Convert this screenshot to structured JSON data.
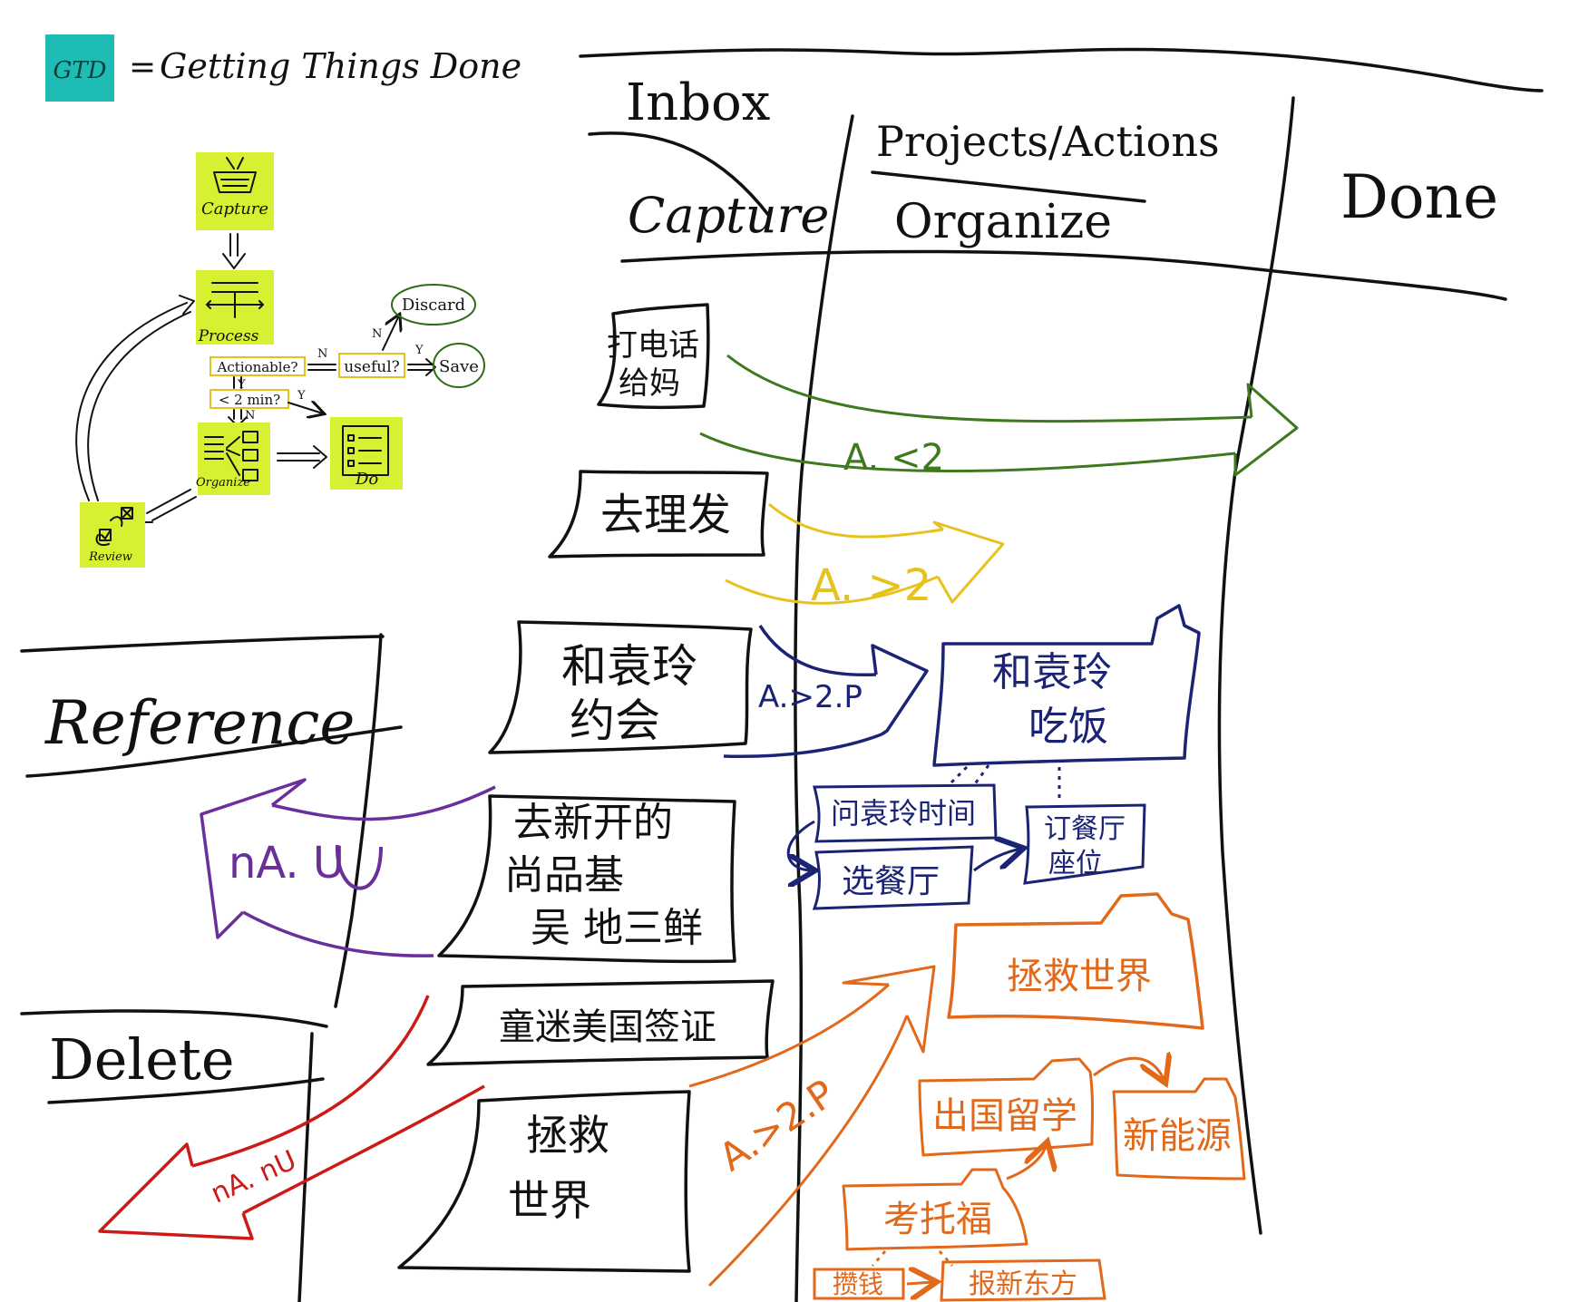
{
  "colors": {
    "ink": "#111111",
    "gtd_badge": "#1fbcb5",
    "sticky": "#d7f132",
    "green": "#3d7a1d",
    "yellow": "#e8c21c",
    "navy": "#1b2375",
    "purple": "#6a2f9a",
    "red": "#cc1a17",
    "orange": "#e2681a"
  },
  "header": {
    "badge": "GTD",
    "equals": "=",
    "expansion": "Getting Things Done"
  },
  "flow": {
    "capture": "Capture",
    "process": "Process",
    "organize": "Organize",
    "do": "Do",
    "review": "Review",
    "discard": "Discard",
    "save": "Save",
    "q_actionable": "Actionable?",
    "q_useful": "useful?",
    "q_two_min": "< 2 min?",
    "n1": "N",
    "n2": "N",
    "n3": "N",
    "y1": "Y",
    "y2": "Y",
    "y3": "Y"
  },
  "columns": {
    "inbox": "Inbox",
    "capture": "Capture",
    "projects": "Projects/Actions",
    "organize": "Organize",
    "done": "Done",
    "reference": "Reference",
    "delete": "Delete"
  },
  "inbox_cards": {
    "c1_l1": "打电话",
    "c1_l2": "给妈",
    "c2_l1": "去理发",
    "c3_l1": "和袁玲",
    "c3_l2": "约会",
    "c4_l1": "去新开的",
    "c4_l2": "尚品基",
    "c4_l3": "吴 地三鲜",
    "c5_l1": "童迷美国签证",
    "c6_l1": "拯救",
    "c6_l2": "世界"
  },
  "arrow_labels": {
    "green": "A. <2",
    "yellow": "A. >2",
    "navy": "A.>2.P",
    "purple": "nA. U",
    "red": "nA. nU",
    "orange": "A.>2.P"
  },
  "projects": {
    "navy_folder_l1": "和袁玲",
    "navy_folder_l2": "吃饭",
    "ask_time": "问袁玲时间",
    "choose_place": "选餐厅",
    "book_l1": "订餐厅",
    "book_l2": "座位",
    "orange_folder": "拯救世界",
    "orange_sub1": "出国留学",
    "orange_sub2": "新能源",
    "orange_sub3": "考托福",
    "orange_sub4": "攒钱",
    "orange_sub5": "报新东方"
  }
}
